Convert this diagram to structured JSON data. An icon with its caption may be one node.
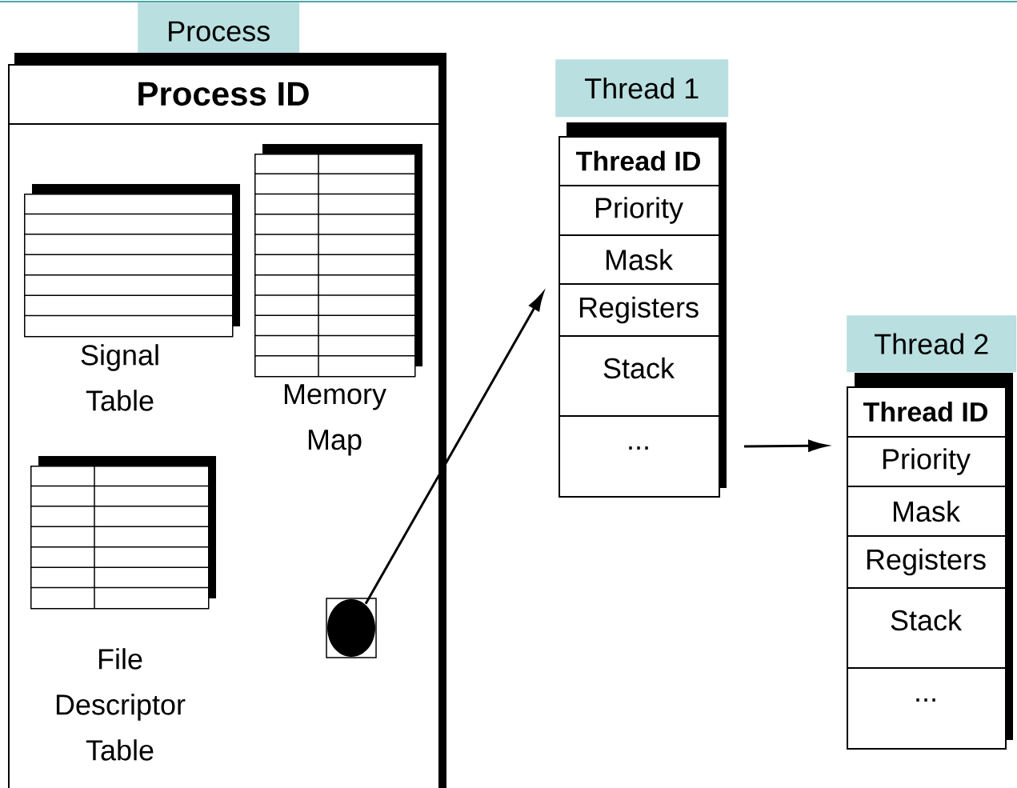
{
  "diagram": {
    "nodes": [
      {
        "text": [
          "Process"
        ]
      },
      {
        "text": [
          "Process ID"
        ]
      },
      {
        "text": [],
        "shape": "box",
        "beside": [
          "Signal Table"
        ],
        "in": 1
      },
      {
        "text": [],
        "shape": "box",
        "beside": [
          "Memory Map"
        ],
        "in": 1
      },
      {
        "text": [],
        "shape": "box",
        "beside": [
          "File Descriptor Table"
        ],
        "in": 1
      },
      {
        "text": [],
        "shape": "circle",
        "in": 1
      },
      {
        "text": [
          "Thread 1"
        ]
      },
      {
        "text": [
          "Thread ID",
          "Priority",
          "Mask",
          "Registers",
          "Stack",
          "..."
        ]
      },
      {
        "text": [
          "Thread 2"
        ]
      },
      {
        "text": [
          "Thread ID",
          "Priority",
          "Mask",
          "Registers",
          "Stack",
          "..."
        ]
      }
    ],
    "edges": [
      {
        "from": 5,
        "to": 7,
        "arrow": "to"
      },
      {
        "from": 7,
        "to": 9,
        "arrow": "to"
      }
    ]
  }
}
